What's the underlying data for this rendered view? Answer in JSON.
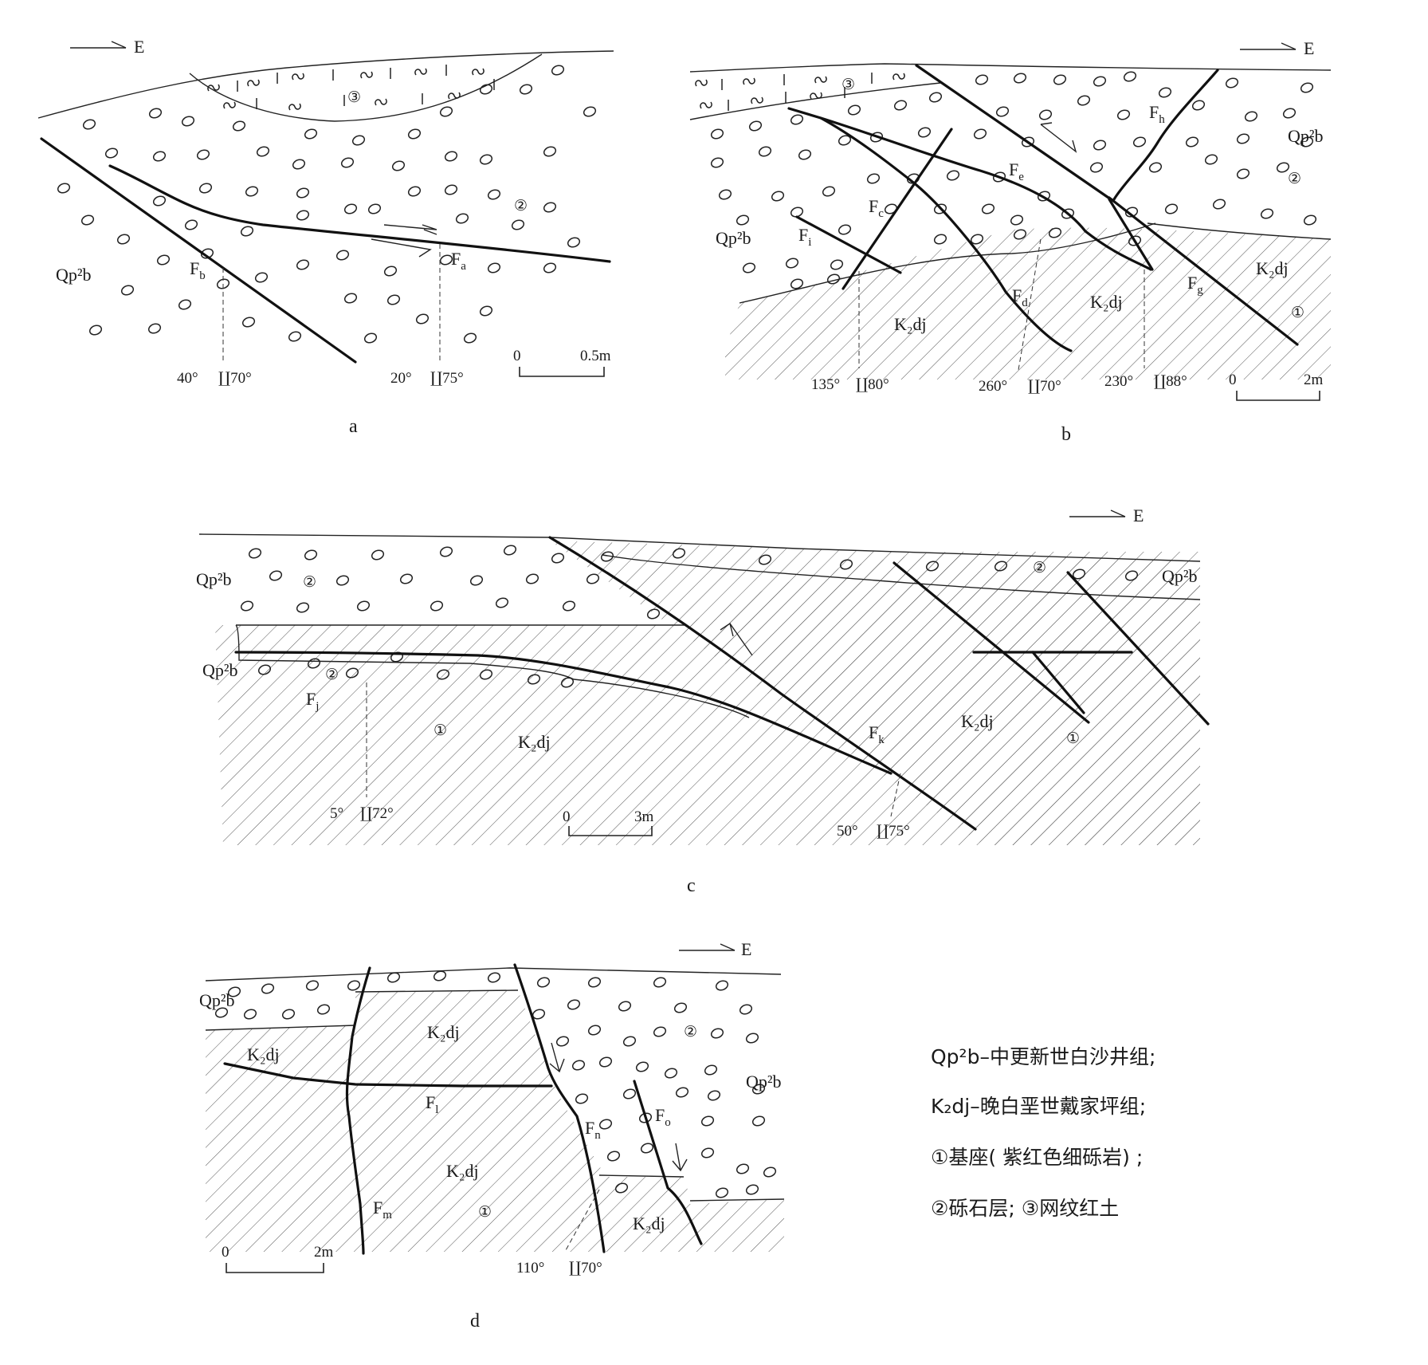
{
  "panels": {
    "a": {
      "caption": "a",
      "north_arrow": "E",
      "unit_label": "Qp²b",
      "unit_3": "③",
      "unit_2": "②",
      "faults": [
        "Fₐ",
        "Fᵦ"
      ],
      "fault_a": {
        "main": "F",
        "sub": "a"
      },
      "fault_b": {
        "main": "F",
        "sub": "b"
      },
      "attitude_1": {
        "dir": "40°",
        "dip": "∐70°"
      },
      "attitude_2": {
        "dir": "20°",
        "dip": "∐75°"
      },
      "scale": {
        "start": "0",
        "end": "0.5m"
      }
    },
    "b": {
      "caption": "b",
      "north_arrow": "E",
      "unit_qp": "Qp²b",
      "unit_qp_right": "Qp²b",
      "unit_k": "K₂dj",
      "unit_k_mid": "K₂dj",
      "unit_k_right": "K₂dj",
      "unit_3": "③",
      "unit_2": "②",
      "unit_1": "①",
      "fault_c": {
        "main": "F",
        "sub": "c"
      },
      "fault_d": {
        "main": "F",
        "sub": "d"
      },
      "fault_e": {
        "main": "F",
        "sub": "e"
      },
      "fault_g": {
        "main": "F",
        "sub": "g"
      },
      "fault_h": {
        "main": "F",
        "sub": "h"
      },
      "fault_i": {
        "main": "F",
        "sub": "i"
      },
      "attitude_1": {
        "dir": "135°",
        "dip": "∐80°"
      },
      "attitude_2": {
        "dir": "260°",
        "dip": "∐70°"
      },
      "attitude_3": {
        "dir": "230°",
        "dip": "∐88°"
      },
      "scale": {
        "start": "0",
        "end": "2m"
      }
    },
    "c": {
      "caption": "c",
      "north_arrow": "E",
      "unit_qp_1": "Qp²b",
      "unit_qp_2": "Qp²b",
      "unit_qp_right": "Qp²b",
      "unit_k": "K₂dj",
      "unit_k_right": "K₂dj",
      "unit_2a": "②",
      "unit_2b": "②",
      "unit_2c": "②",
      "unit_1a": "①",
      "unit_1b": "①",
      "fault_j": {
        "main": "F",
        "sub": "j"
      },
      "fault_k": {
        "main": "F",
        "sub": "k"
      },
      "attitude_1": {
        "dir": "5°",
        "dip": "∐72°"
      },
      "attitude_2": {
        "dir": "50°",
        "dip": "∐75°"
      },
      "scale": {
        "start": "0",
        "end": "3m"
      }
    },
    "d": {
      "caption": "d",
      "north_arrow": "E",
      "unit_qp": "Qp²b",
      "unit_qp_right": "Qp²b",
      "unit_k_left": "K₂dj",
      "unit_k_top": "K₂dj",
      "unit_k_mid": "K₂dj",
      "unit_k_right": "K₂dj",
      "unit_2": "②",
      "unit_1": "①",
      "fault_l": {
        "main": "F",
        "sub": "l"
      },
      "fault_m": {
        "main": "F",
        "sub": "m"
      },
      "fault_n": {
        "main": "F",
        "sub": "n"
      },
      "fault_o": {
        "main": "F",
        "sub": "o"
      },
      "attitude_1": {
        "dir": "110°",
        "dip": "∐70°"
      },
      "scale": {
        "start": "0",
        "end": "2m"
      }
    }
  },
  "legend": [
    "Qp²b–中更新世白沙井组;",
    "K₂dj–晚白垩世戴家坪组;",
    "①基座( 紫红色细砾岩)  ;",
    "②砾石层;  ③网纹红土"
  ]
}
